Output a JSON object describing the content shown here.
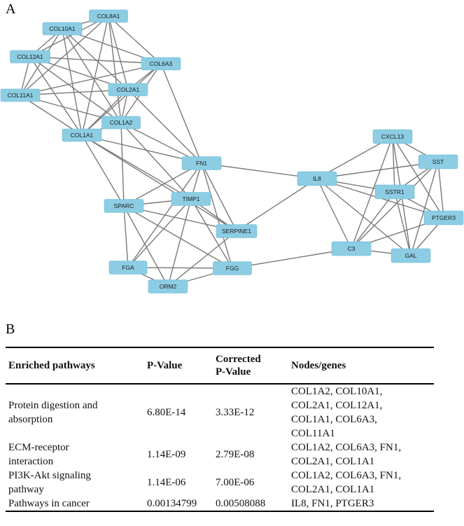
{
  "panel_a_label": "A",
  "panel_b_label": "B",
  "colors": {
    "node_fill": "#8ccde3",
    "edge": "#7a7a7a"
  },
  "network": {
    "nodes": [
      {
        "id": "COL8A1",
        "label": "COL8A1"
      },
      {
        "id": "COL10A1",
        "label": "COL10A1"
      },
      {
        "id": "COL12A1",
        "label": "COL12A1"
      },
      {
        "id": "COL6A3",
        "label": "COL6A3"
      },
      {
        "id": "COL2A1",
        "label": "COL2A1"
      },
      {
        "id": "COL11A1",
        "label": "COL11A1"
      },
      {
        "id": "COL1A2",
        "label": "COL1A2"
      },
      {
        "id": "COL1A1",
        "label": "COL1A1"
      },
      {
        "id": "FN1",
        "label": "FN1"
      },
      {
        "id": "TIMP1",
        "label": "TIMP1"
      },
      {
        "id": "SPARC",
        "label": "SPARC"
      },
      {
        "id": "SERPINE1",
        "label": "SERPINE1"
      },
      {
        "id": "FGA",
        "label": "FGA"
      },
      {
        "id": "FGG",
        "label": "FGG"
      },
      {
        "id": "ORM2",
        "label": "ORM2"
      },
      {
        "id": "IL8",
        "label": "IL8"
      },
      {
        "id": "CXCL13",
        "label": "CXCL13"
      },
      {
        "id": "SST",
        "label": "SST"
      },
      {
        "id": "SSTR1",
        "label": "SSTR1"
      },
      {
        "id": "PTGER3",
        "label": "PTGER3"
      },
      {
        "id": "C3",
        "label": "C3"
      },
      {
        "id": "GAL",
        "label": "GAL"
      }
    ],
    "edges": [
      [
        "COL8A1",
        "COL10A1"
      ],
      [
        "COL8A1",
        "COL12A1"
      ],
      [
        "COL8A1",
        "COL6A3"
      ],
      [
        "COL8A1",
        "COL2A1"
      ],
      [
        "COL8A1",
        "COL11A1"
      ],
      [
        "COL8A1",
        "COL1A2"
      ],
      [
        "COL8A1",
        "COL1A1"
      ],
      [
        "COL10A1",
        "COL12A1"
      ],
      [
        "COL10A1",
        "COL6A3"
      ],
      [
        "COL10A1",
        "COL2A1"
      ],
      [
        "COL10A1",
        "COL11A1"
      ],
      [
        "COL10A1",
        "COL1A2"
      ],
      [
        "COL10A1",
        "COL1A1"
      ],
      [
        "COL12A1",
        "COL6A3"
      ],
      [
        "COL12A1",
        "COL2A1"
      ],
      [
        "COL12A1",
        "COL11A1"
      ],
      [
        "COL12A1",
        "COL1A2"
      ],
      [
        "COL12A1",
        "COL1A1"
      ],
      [
        "COL6A3",
        "COL2A1"
      ],
      [
        "COL6A3",
        "COL11A1"
      ],
      [
        "COL6A3",
        "COL1A2"
      ],
      [
        "COL6A3",
        "COL1A1"
      ],
      [
        "COL6A3",
        "FN1"
      ],
      [
        "COL2A1",
        "COL11A1"
      ],
      [
        "COL2A1",
        "COL1A2"
      ],
      [
        "COL2A1",
        "COL1A1"
      ],
      [
        "COL2A1",
        "FN1"
      ],
      [
        "COL11A1",
        "COL1A2"
      ],
      [
        "COL11A1",
        "COL1A1"
      ],
      [
        "COL1A2",
        "COL1A1"
      ],
      [
        "COL1A2",
        "FN1"
      ],
      [
        "COL1A2",
        "SPARC"
      ],
      [
        "COL1A2",
        "TIMP1"
      ],
      [
        "COL1A1",
        "FN1"
      ],
      [
        "COL1A1",
        "SPARC"
      ],
      [
        "COL1A1",
        "TIMP1"
      ],
      [
        "COL1A1",
        "SERPINE1"
      ],
      [
        "FN1",
        "SPARC"
      ],
      [
        "FN1",
        "TIMP1"
      ],
      [
        "FN1",
        "SERPINE1"
      ],
      [
        "FN1",
        "IL8"
      ],
      [
        "FN1",
        "FGA"
      ],
      [
        "FN1",
        "FGG"
      ],
      [
        "TIMP1",
        "SPARC"
      ],
      [
        "TIMP1",
        "SERPINE1"
      ],
      [
        "TIMP1",
        "FGA"
      ],
      [
        "TIMP1",
        "FGG"
      ],
      [
        "TIMP1",
        "ORM2"
      ],
      [
        "SPARC",
        "SERPINE1"
      ],
      [
        "SPARC",
        "FGA"
      ],
      [
        "SPARC",
        "FGG"
      ],
      [
        "SPARC",
        "ORM2"
      ],
      [
        "SERPINE1",
        "IL8"
      ],
      [
        "SERPINE1",
        "ORM2"
      ],
      [
        "FGA",
        "FGG"
      ],
      [
        "FGA",
        "ORM2"
      ],
      [
        "FGG",
        "ORM2"
      ],
      [
        "FGG",
        "C3"
      ],
      [
        "IL8",
        "CXCL13"
      ],
      [
        "IL8",
        "SST"
      ],
      [
        "IL8",
        "SSTR1"
      ],
      [
        "IL8",
        "PTGER3"
      ],
      [
        "IL8",
        "C3"
      ],
      [
        "IL8",
        "GAL"
      ],
      [
        "CXCL13",
        "SST"
      ],
      [
        "CXCL13",
        "SSTR1"
      ],
      [
        "CXCL13",
        "PTGER3"
      ],
      [
        "CXCL13",
        "C3"
      ],
      [
        "CXCL13",
        "GAL"
      ],
      [
        "SST",
        "SSTR1"
      ],
      [
        "SST",
        "PTGER3"
      ],
      [
        "SST",
        "C3"
      ],
      [
        "SST",
        "GAL"
      ],
      [
        "SSTR1",
        "PTGER3"
      ],
      [
        "SSTR1",
        "C3"
      ],
      [
        "SSTR1",
        "GAL"
      ],
      [
        "PTGER3",
        "C3"
      ],
      [
        "PTGER3",
        "GAL"
      ],
      [
        "C3",
        "GAL"
      ]
    ]
  },
  "table": {
    "headers": {
      "pathway": "Enriched pathways",
      "pvalue": "P-Value",
      "corrected_line1": "Corrected",
      "corrected_line2": "P-Value",
      "genes": "Nodes/genes"
    },
    "rows": [
      {
        "pathway_lines": [
          "Protein digestion and",
          "absorption"
        ],
        "pvalue": "6.80E-14",
        "corrected": "3.33E-12",
        "gene_lines": [
          "COL1A2, COL10A1,",
          "COL2A1, COL12A1,",
          "COL1A1, COL6A3,",
          "COL11A1"
        ]
      },
      {
        "pathway_lines": [
          "ECM-receptor",
          "interaction"
        ],
        "pvalue": "1.14E-09",
        "corrected": "2.79E-08",
        "gene_lines": [
          "COL1A2, COL6A3, FN1,",
          "COL2A1, COL1A1"
        ]
      },
      {
        "pathway_lines": [
          "PI3K-Akt signaling",
          "pathway"
        ],
        "pvalue": "1.14E-06",
        "corrected": "7.00E-06",
        "gene_lines": [
          "COL1A2, COL6A3, FN1,",
          "COL2A1, COL1A1"
        ]
      },
      {
        "pathway_lines": [
          "Pathways in cancer"
        ],
        "pvalue": "0.00134799",
        "corrected": "0.00508088",
        "gene_lines": [
          "IL8, FN1, PTGER3"
        ]
      }
    ]
  }
}
